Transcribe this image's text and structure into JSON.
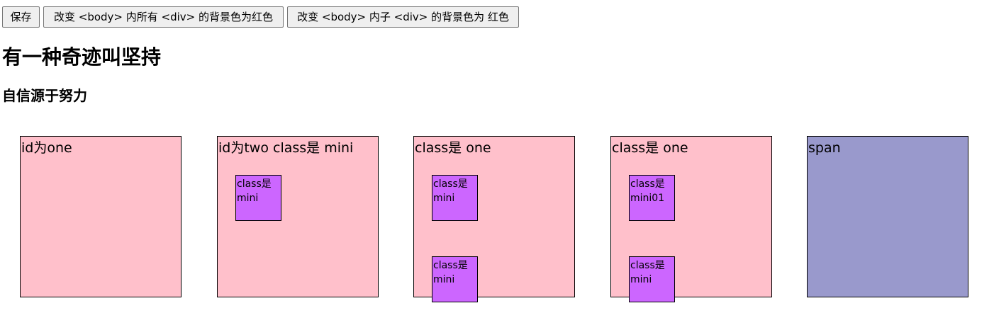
{
  "buttons": {
    "save": "保存",
    "change_all_div": "改变 <body> 内所有 <div> 的背景色为红色",
    "change_child_div": "改变 <body> 内子 <div> 的背景色为 红色"
  },
  "heading": "有一种奇迹叫坚持",
  "subheading": "自信源于努力",
  "boxes": {
    "one": {
      "label": "id为one"
    },
    "two": {
      "label": "id为two class是 mini",
      "mini": "class是 mini"
    },
    "three": {
      "label": "class是 one",
      "mini_top": "class是 mini",
      "mini_bottom": "class是 mini"
    },
    "four": {
      "label": "class是 one",
      "mini_top": "class是 mini01",
      "mini_bottom": "class是 mini"
    },
    "span": {
      "label": "span"
    }
  },
  "colors": {
    "div_background": "#ffc0cb",
    "mini_background": "#cc66ff",
    "span_background": "#9999cc"
  }
}
